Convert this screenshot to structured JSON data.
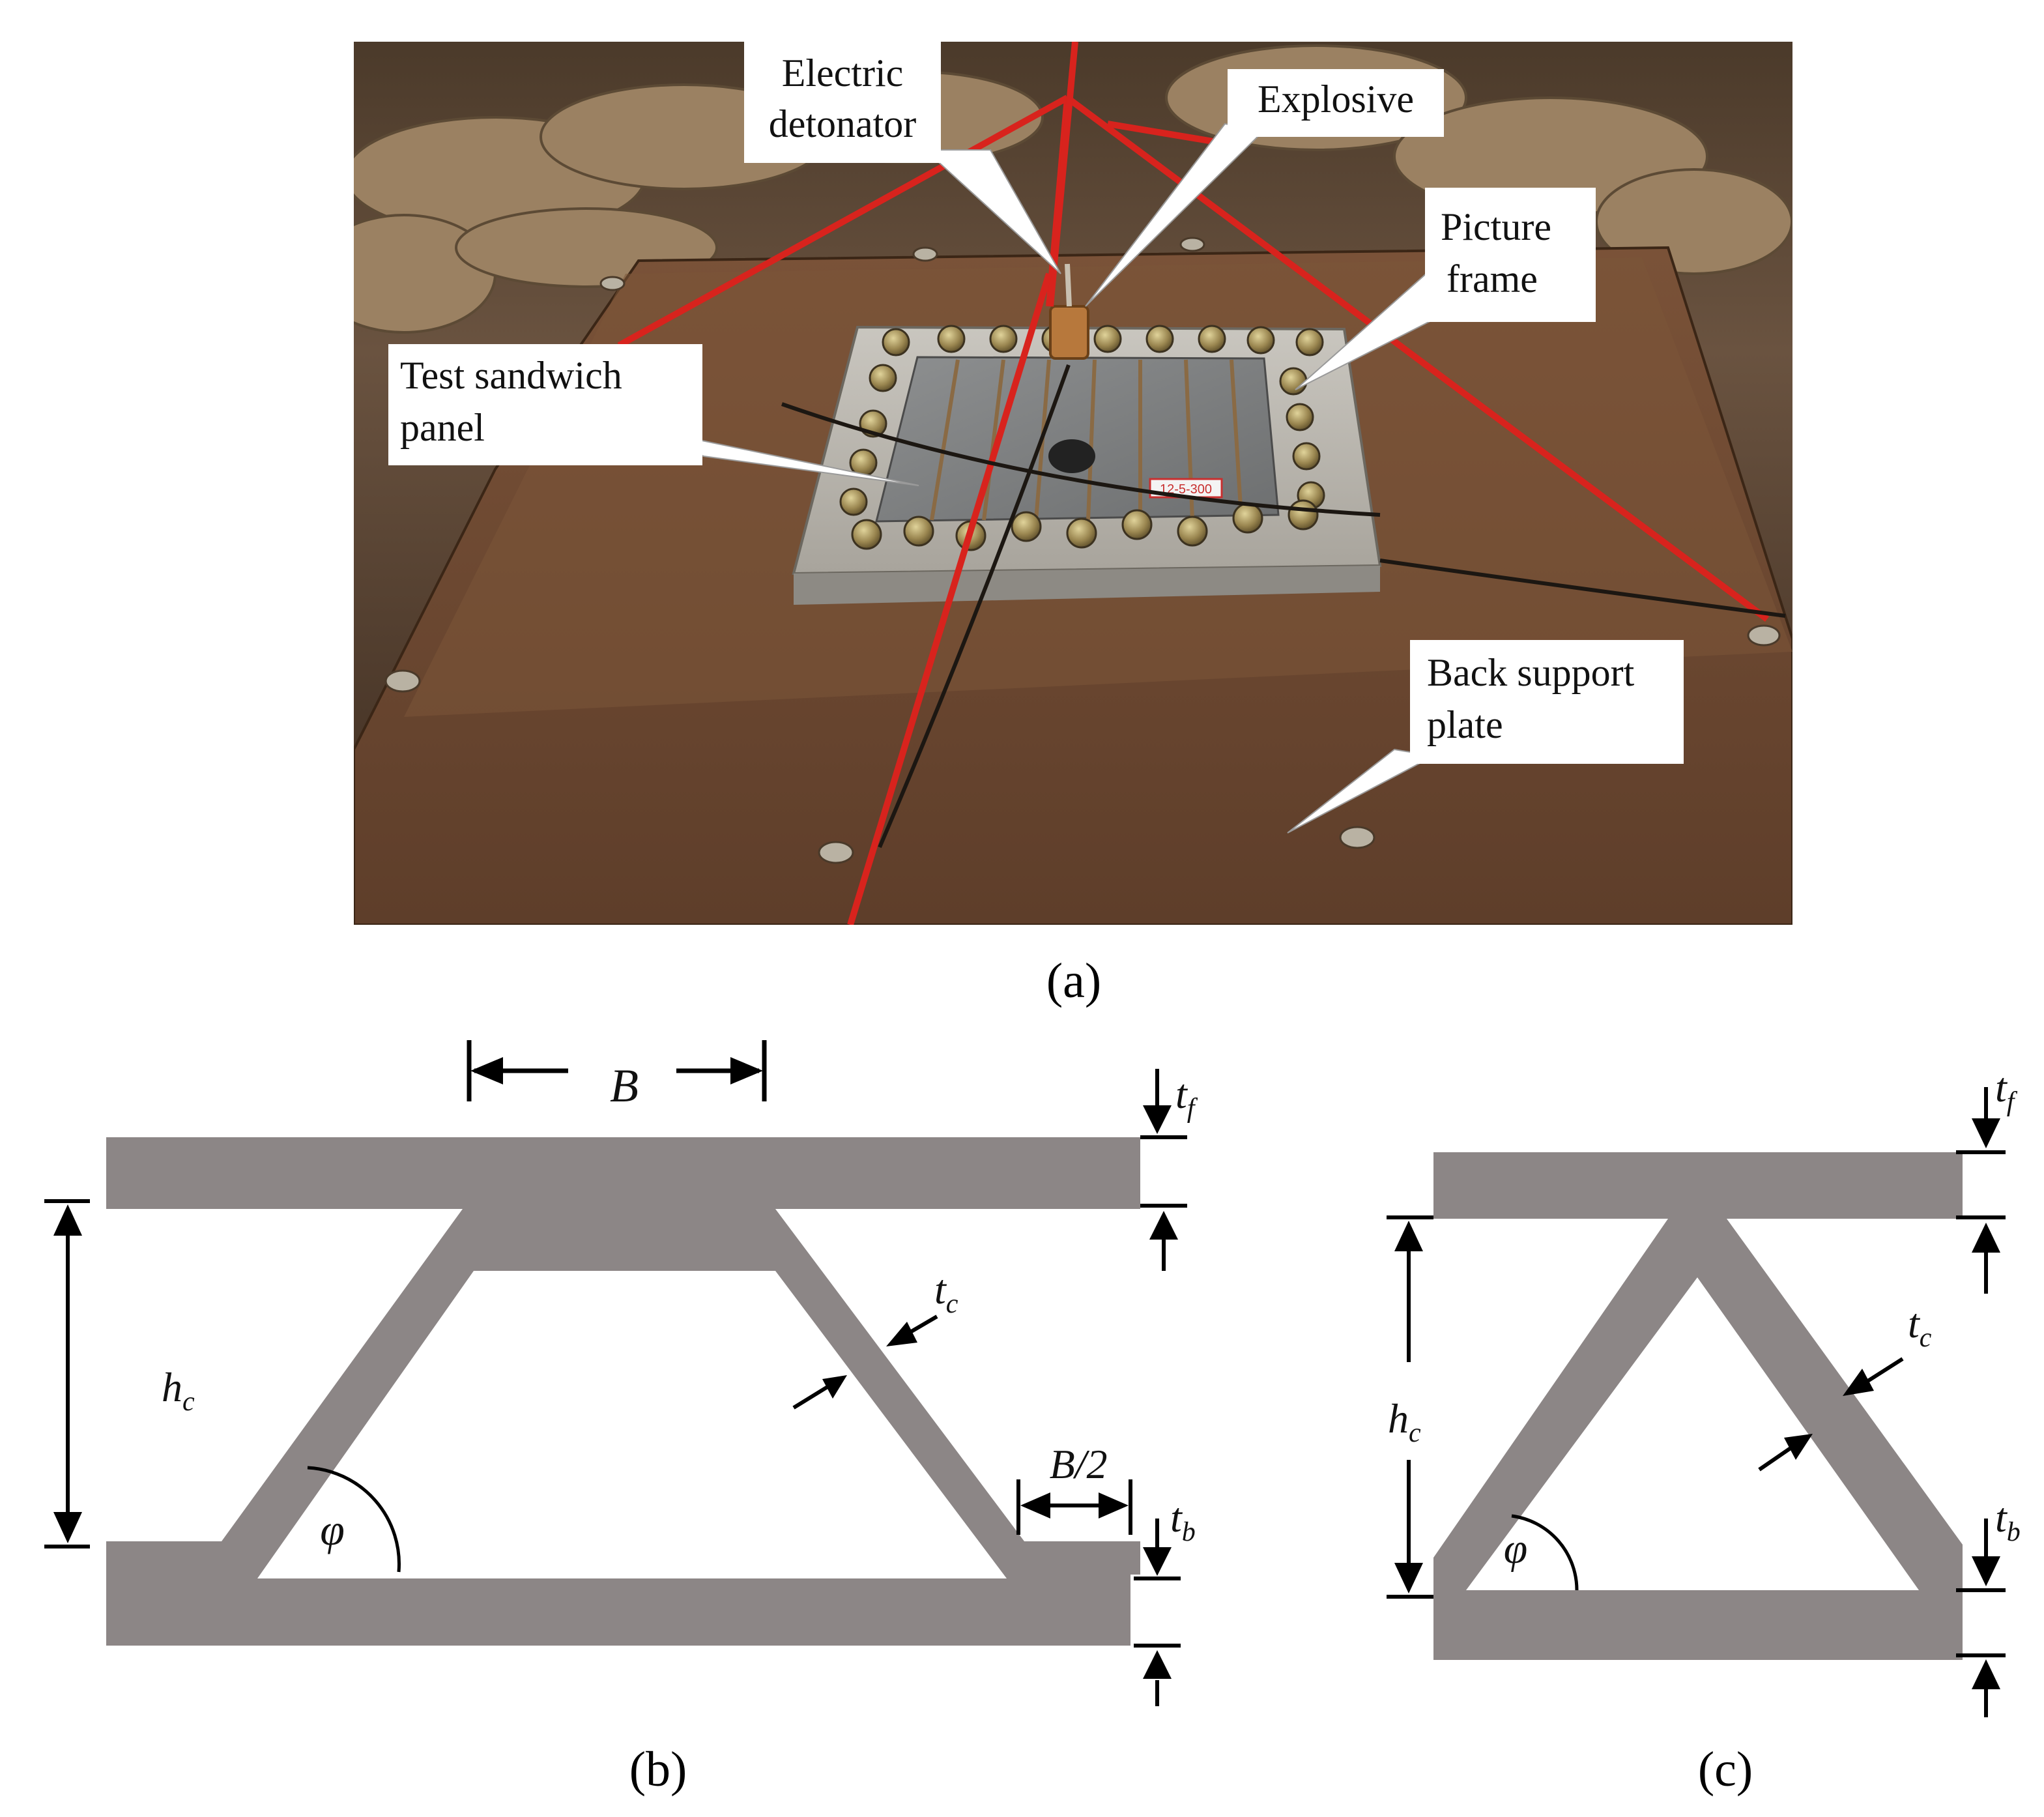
{
  "panel_a": {
    "caption": "(a)",
    "callouts": {
      "electric_detonator": [
        "Electric",
        "detonator"
      ],
      "explosive": "Explosive",
      "picture_frame": [
        "Picture",
        "frame"
      ],
      "test_panel": [
        "Test sandwich",
        "panel"
      ],
      "back_support": [
        "Back support",
        "plate"
      ]
    },
    "sticker_text": "12-5-300"
  },
  "panel_b": {
    "caption": "(b)",
    "labels": {
      "B": "B",
      "B_half": "B/2",
      "t_f": "t",
      "t_f_sub": "f",
      "t_b": "t",
      "t_b_sub": "b",
      "t_c": "t",
      "t_c_sub": "c",
      "h_c": "h",
      "h_c_sub": "c",
      "phi": "φ"
    }
  },
  "panel_c": {
    "caption": "(c)",
    "labels": {
      "t_f": "t",
      "t_f_sub": "f",
      "t_b": "t",
      "t_b_sub": "b",
      "t_c": "t",
      "t_c_sub": "c",
      "h_c": "h",
      "h_c_sub": "c",
      "phi": "φ"
    }
  },
  "colors": {
    "core_gray": "#8c8686",
    "steel_plate": "#6e4a33",
    "red_string": "#d8231d",
    "arrow": "#000000"
  }
}
